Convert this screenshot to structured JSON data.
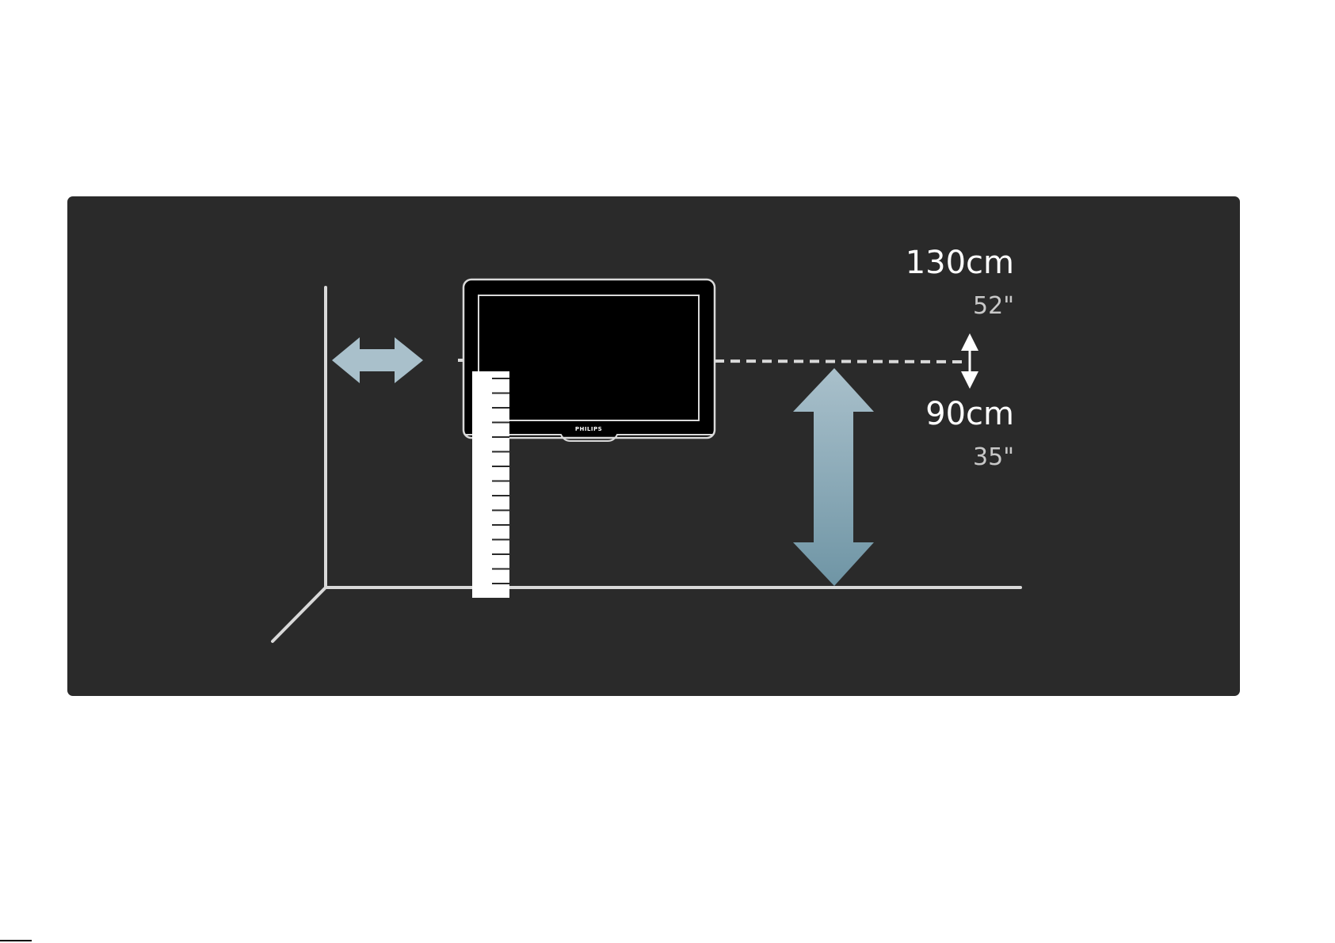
{
  "brand": "PHILIPS",
  "measurements": {
    "max_height_cm": "130cm",
    "max_height_in": "52\"",
    "min_height_cm": "90cm",
    "min_height_in": "35\""
  },
  "colors": {
    "panel_background": "#2a2a2a",
    "line_color": "#d9d9d9",
    "arrow_light": "#a9c0cb",
    "arrow_dark": "#6f95a5",
    "tv_body": "#000000"
  },
  "icons": {
    "horizontal_arrow": "double-arrow-horizontal-icon",
    "vertical_arrow": "double-arrow-vertical-icon",
    "small_arrow": "double-arrow-small-icon",
    "ruler": "ruler-icon",
    "tv": "tv-icon"
  }
}
